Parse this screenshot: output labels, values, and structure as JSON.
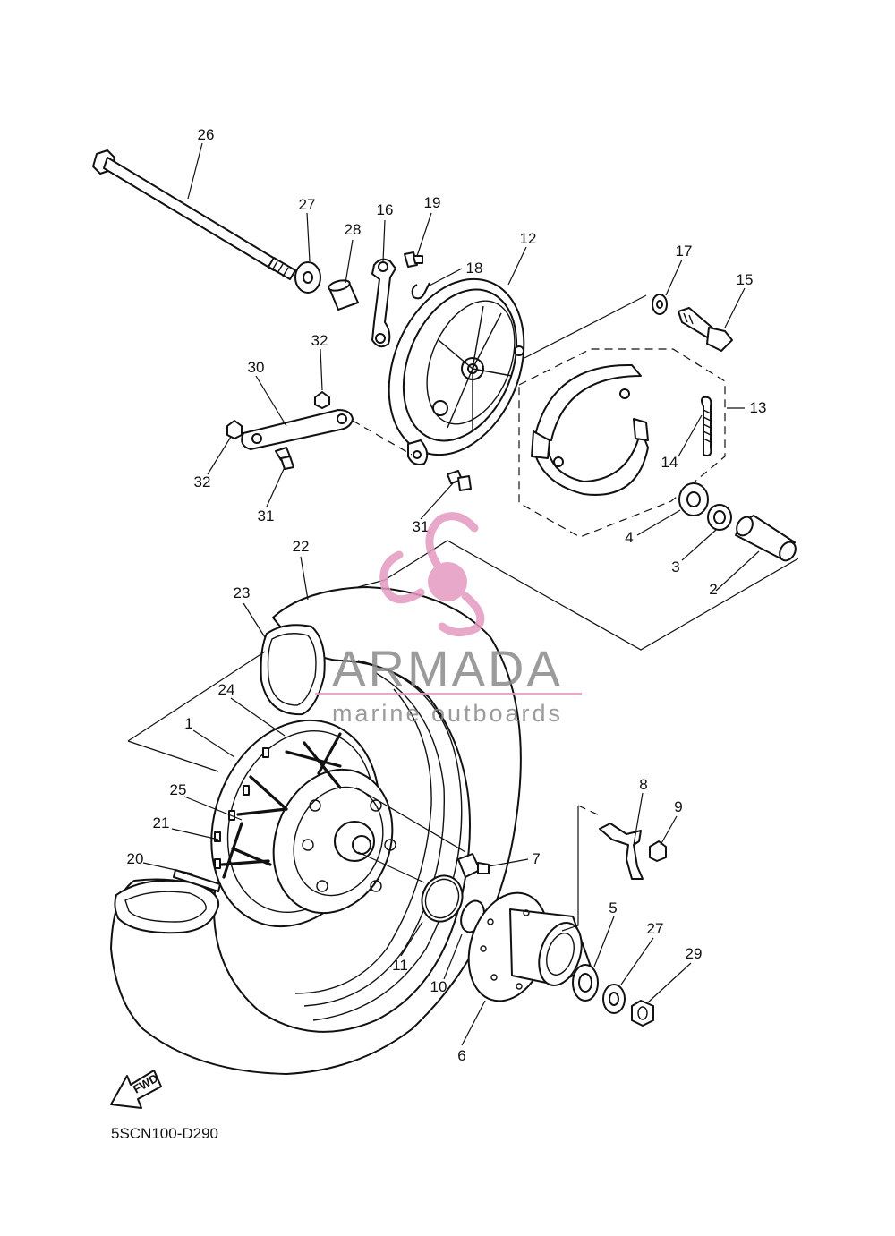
{
  "diagram": {
    "code": "5SCN100-D290",
    "direction_label": "FWD"
  },
  "watermark": {
    "brand": "ARMADA",
    "tagline": "marine outboards",
    "color": "#e59ac1",
    "text_color": "#8a8a8a"
  },
  "callouts": [
    {
      "id": "c26",
      "label": "26"
    },
    {
      "id": "c27a",
      "label": "27"
    },
    {
      "id": "c28",
      "label": "28"
    },
    {
      "id": "c16",
      "label": "16"
    },
    {
      "id": "c19",
      "label": "19"
    },
    {
      "id": "c18",
      "label": "18"
    },
    {
      "id": "c12",
      "label": "12"
    },
    {
      "id": "c17",
      "label": "17"
    },
    {
      "id": "c15",
      "label": "15"
    },
    {
      "id": "c32a",
      "label": "32"
    },
    {
      "id": "c30",
      "label": "30"
    },
    {
      "id": "c32b",
      "label": "32"
    },
    {
      "id": "c31a",
      "label": "31"
    },
    {
      "id": "c31b",
      "label": "31"
    },
    {
      "id": "c13",
      "label": "13"
    },
    {
      "id": "c14",
      "label": "14"
    },
    {
      "id": "c4",
      "label": "4"
    },
    {
      "id": "c3",
      "label": "3"
    },
    {
      "id": "c2",
      "label": "2"
    },
    {
      "id": "c22",
      "label": "22"
    },
    {
      "id": "c23",
      "label": "23"
    },
    {
      "id": "c24",
      "label": "24"
    },
    {
      "id": "c1",
      "label": "1"
    },
    {
      "id": "c25",
      "label": "25"
    },
    {
      "id": "c21",
      "label": "21"
    },
    {
      "id": "c20",
      "label": "20"
    },
    {
      "id": "c8",
      "label": "8"
    },
    {
      "id": "c9",
      "label": "9"
    },
    {
      "id": "c7",
      "label": "7"
    },
    {
      "id": "c5",
      "label": "5"
    },
    {
      "id": "c27b",
      "label": "27"
    },
    {
      "id": "c29",
      "label": "29"
    },
    {
      "id": "c11",
      "label": "11"
    },
    {
      "id": "c10",
      "label": "10"
    },
    {
      "id": "c6",
      "label": "6"
    }
  ]
}
